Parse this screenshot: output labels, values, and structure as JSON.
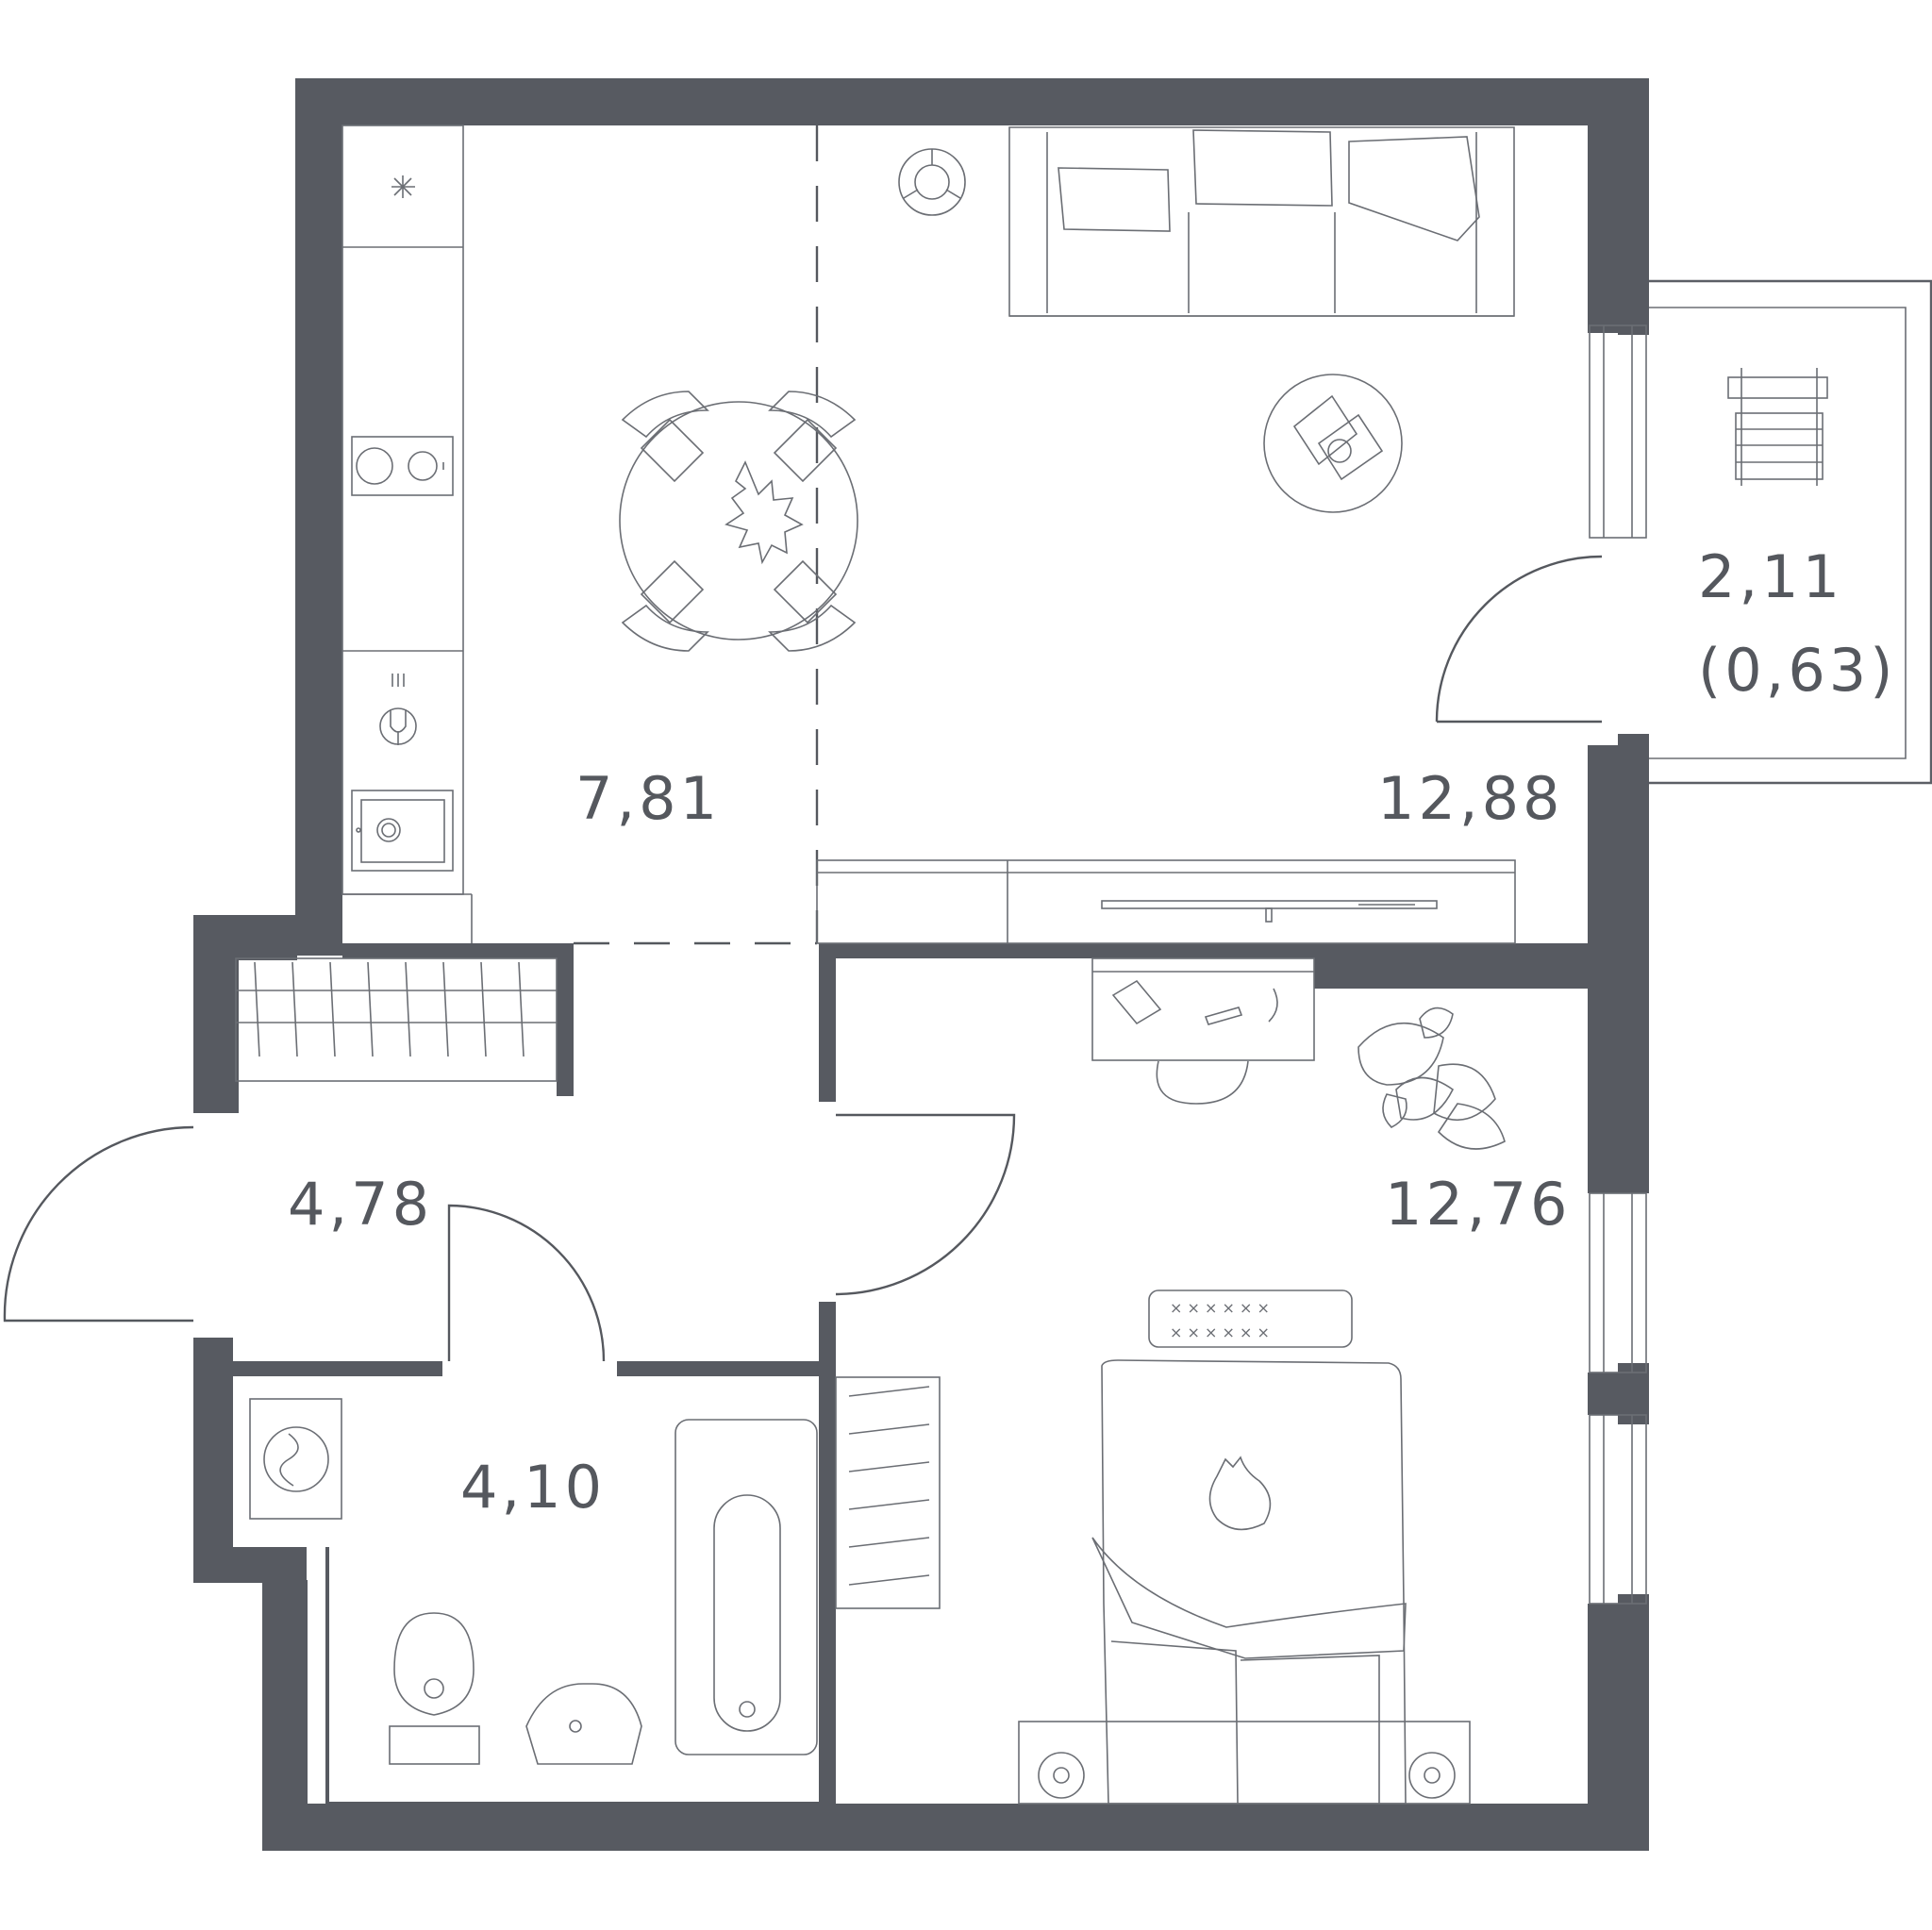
{
  "rooms": {
    "kitchen": {
      "area": "7,81"
    },
    "living": {
      "area": "12,88"
    },
    "bedroom": {
      "area": "12,76"
    },
    "hall": {
      "area": "4,78"
    },
    "bathroom": {
      "area": "4,10"
    },
    "balcony": {
      "area": "2,11",
      "area_reduced": "(0,63)"
    }
  },
  "colors": {
    "wall": "#575a61",
    "line": "#6b6e74",
    "text": "#55585e"
  }
}
